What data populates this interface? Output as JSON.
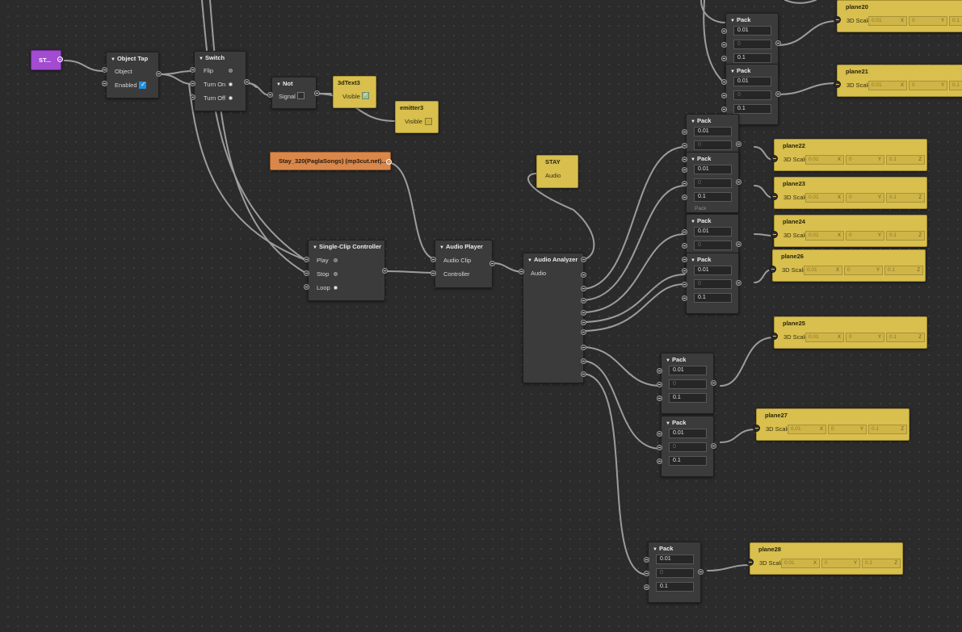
{
  "nodes": {
    "start": {
      "label": "ST..."
    },
    "object_tap": {
      "title": "Object Tap",
      "in_object": "Object",
      "in_enabled": "Enabled"
    },
    "switch": {
      "title": "Switch",
      "flip": "Flip",
      "turn_on": "Turn On",
      "turn_off": "Turn Off"
    },
    "not": {
      "title": "Not",
      "signal": "Signal"
    },
    "text3d": {
      "title": "3dText3",
      "visible": "Visible"
    },
    "emitter": {
      "title": "emitter3",
      "visible": "Visible"
    },
    "clip_asset": {
      "title": "Stay_320(PaglaSongs) (mp3cut.net)..."
    },
    "stay": {
      "title": "STAY",
      "audio": "Audio"
    },
    "controller": {
      "title": "Single-Clip Controller",
      "play": "Play",
      "stop": "Stop",
      "loop": "Loop"
    },
    "audio_player": {
      "title": "Audio Player",
      "clip": "Audio Clip",
      "controller": "Controller"
    },
    "audio_analyzer": {
      "title": "Audio Analyzer",
      "audio": "Audio"
    }
  },
  "pack": {
    "title": "Pack",
    "v1": "0.01",
    "v2": "0",
    "v3": "0.1"
  },
  "pack_alt_title": "Pack",
  "planes": [
    {
      "name": "plane20",
      "label": "3D Scale",
      "x": "0.01",
      "y": "0",
      "z": "0.1"
    },
    {
      "name": "plane21",
      "label": "3D Scale",
      "x": "0.01",
      "y": "0",
      "z": "0.1"
    },
    {
      "name": "plane22",
      "label": "3D Scale",
      "x": "0.01",
      "y": "0",
      "z": "0.1"
    },
    {
      "name": "plane23",
      "label": "3D Scale",
      "x": "0.01",
      "y": "0",
      "z": "0.1"
    },
    {
      "name": "plane24",
      "label": "3D Scale",
      "x": "0.01",
      "y": "0",
      "z": "0.1"
    },
    {
      "name": "plane26",
      "label": "3D Scale",
      "x": "0.01",
      "y": "0",
      "z": "0.1"
    },
    {
      "name": "plane25",
      "label": "3D Scale",
      "x": "0.01",
      "y": "0",
      "z": "0.1"
    },
    {
      "name": "plane27",
      "label": "3D Scale",
      "x": "0.01",
      "y": "0",
      "z": "0.1"
    },
    {
      "name": "plane28",
      "label": "3D Scale",
      "x": "0.01",
      "y": "0",
      "z": "0.1"
    }
  ],
  "axis_letters": {
    "x": "X",
    "y": "Y",
    "z": "Z"
  },
  "colors": {
    "background": "#2b2b2b",
    "node": "#3b3b3b",
    "patch_yellow": "#d8bf4e",
    "asset_orange": "#d9874b",
    "start_purple": "#a34bd1",
    "wire": "#9a9a9a"
  }
}
